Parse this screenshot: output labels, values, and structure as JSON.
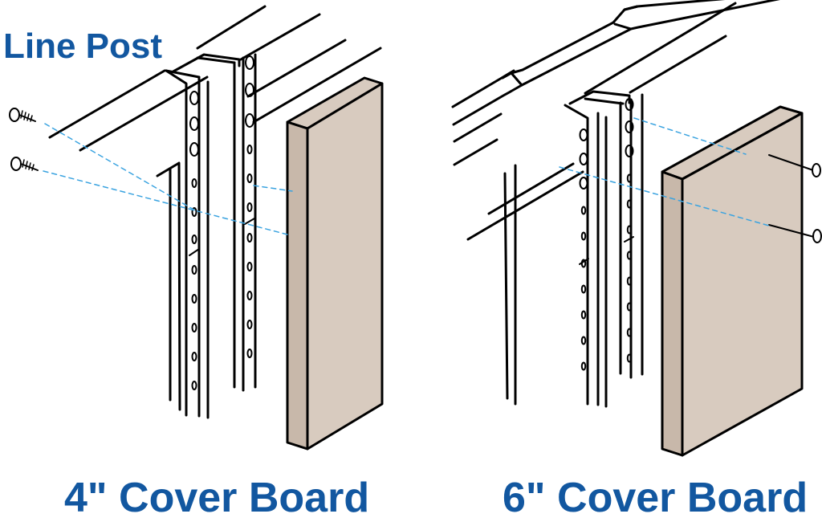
{
  "title": "Line Post",
  "captions": {
    "left": "4\" Cover Board",
    "right": "6\" Cover Board"
  },
  "colors": {
    "title": "#1257a0",
    "board_face": "#d8cbbf",
    "board_side": "#c8b8aa",
    "line": "#000000",
    "guide": "#3aa3e0"
  },
  "icons": {
    "left_fasteners": "screw-icon",
    "right_fasteners": "nail-icon"
  }
}
